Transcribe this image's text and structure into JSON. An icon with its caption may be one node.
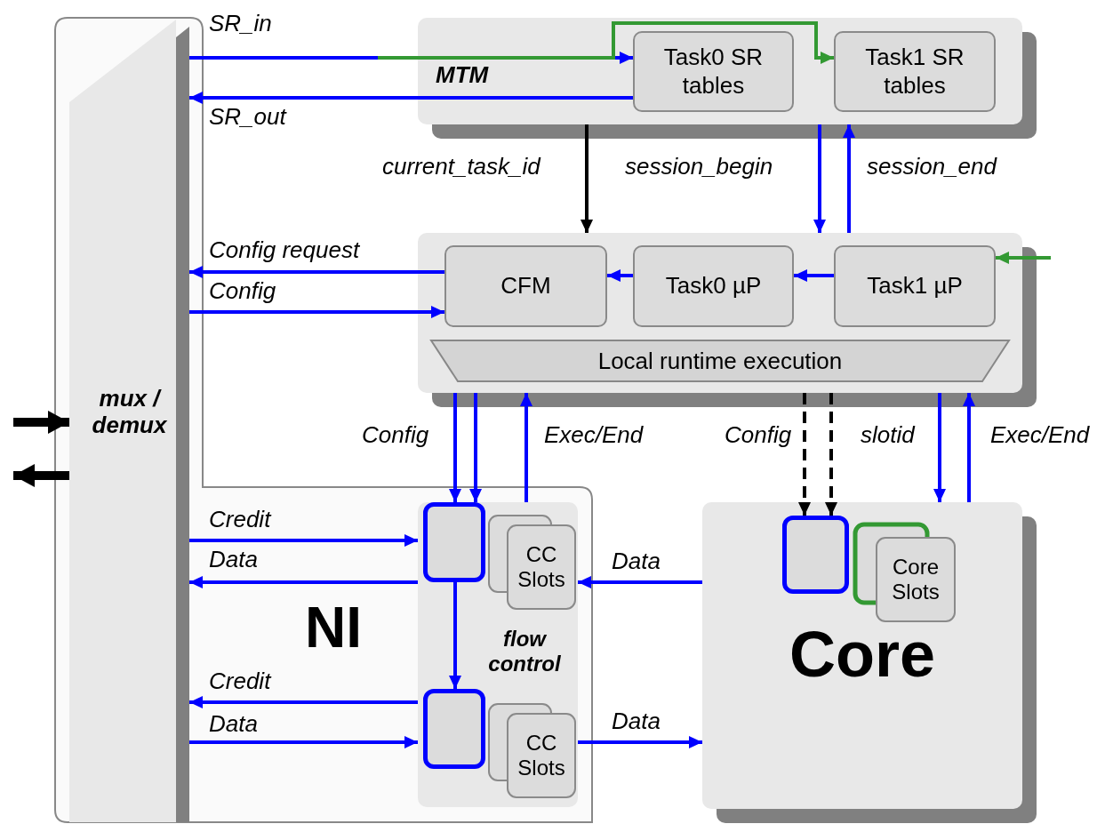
{
  "diagram": {
    "nodes": [
      {
        "text": [
          "NI"
        ]
      },
      {
        "text": [
          "mux / demux"
        ],
        "in": 0
      },
      {
        "text": [
          "MTM"
        ]
      },
      {
        "text": [
          "Task0 SR tables"
        ],
        "in": 2
      },
      {
        "text": [
          "Task1 SR tables"
        ],
        "in": 2
      },
      {
        "text": [],
        "shape": "box"
      },
      {
        "text": [
          "CFM"
        ],
        "in": 5
      },
      {
        "text": [
          "Task0 µP"
        ],
        "in": 5
      },
      {
        "text": [
          "Task1 µP"
        ],
        "in": 5
      },
      {
        "text": [
          "Local runtime execution"
        ],
        "in": 5
      },
      {
        "text": [
          "flow control"
        ],
        "in": 0
      },
      {
        "text": [],
        "shape": "box",
        "in": 10
      },
      {
        "text": [
          "CC Slots"
        ],
        "in": 10
      },
      {
        "text": [],
        "shape": "box",
        "in": 10
      },
      {
        "text": [
          "CC Slots"
        ],
        "in": 10
      },
      {
        "text": [
          "Core"
        ]
      },
      {
        "text": [],
        "shape": "box",
        "in": 15
      },
      {
        "text": [
          "Core Slots"
        ],
        "in": 15
      }
    ],
    "edges": [
      {
        "from": 1,
        "to": 3,
        "arrow": "to",
        "label": "SR_in"
      },
      {
        "from": null,
        "to": 4,
        "arrow": "to",
        "color": "#339933"
      },
      {
        "from": 3,
        "to": 1,
        "arrow": "to",
        "label": "SR_out"
      },
      {
        "from": 2,
        "to": 5,
        "arrow": "to",
        "label": "current_task_id",
        "color": "#000000"
      },
      {
        "from": 2,
        "to": 5,
        "arrow": "to",
        "label": "session_begin"
      },
      {
        "from": 5,
        "to": 2,
        "arrow": "to",
        "label": "session_end"
      },
      {
        "from": null,
        "to": 8,
        "arrow": "to",
        "color": "#339933"
      },
      {
        "from": 6,
        "to": 1,
        "arrow": "to",
        "label": "Config request"
      },
      {
        "from": 1,
        "to": 6,
        "arrow": "to",
        "label": "Config"
      },
      {
        "from": 7,
        "to": 6,
        "arrow": "to"
      },
      {
        "from": 8,
        "to": 7,
        "arrow": "to"
      },
      {
        "from": 5,
        "to": 11,
        "arrow": "to",
        "label": "Config"
      },
      {
        "from": 11,
        "to": 13,
        "arrow": "to"
      },
      {
        "from": 5,
        "to": 11,
        "arrow": "to"
      },
      {
        "from": 10,
        "to": 5,
        "arrow": "to",
        "label": "Exec/End"
      },
      {
        "from": 5,
        "to": 16,
        "arrow": "to",
        "label": "Config",
        "style": "dashed",
        "color": "#000000"
      },
      {
        "from": 5,
        "to": 16,
        "arrow": "to",
        "label": "slotid",
        "style": "dashed",
        "color": "#000000"
      },
      {
        "from": 5,
        "to": 15,
        "arrow": "to"
      },
      {
        "from": 15,
        "to": 5,
        "arrow": "to",
        "label": "Exec/End"
      },
      {
        "from": 1,
        "to": 10,
        "arrow": "to",
        "label": "Credit"
      },
      {
        "from": 10,
        "to": 1,
        "arrow": "to",
        "label": "Data"
      },
      {
        "from": 15,
        "to": 10,
        "arrow": "to",
        "label": "Data"
      },
      {
        "from": 10,
        "to": 1,
        "arrow": "to",
        "label": "Credit"
      },
      {
        "from": 1,
        "to": 10,
        "arrow": "to",
        "label": "Data"
      },
      {
        "from": 10,
        "to": 15,
        "arrow": "to",
        "label": "Data"
      },
      {
        "from": null,
        "to": 1,
        "arrow": "to",
        "style": "thick",
        "color": "#000000"
      },
      {
        "from": 1,
        "to": null,
        "arrow": "to",
        "style": "thick",
        "color": "#000000"
      }
    ]
  }
}
